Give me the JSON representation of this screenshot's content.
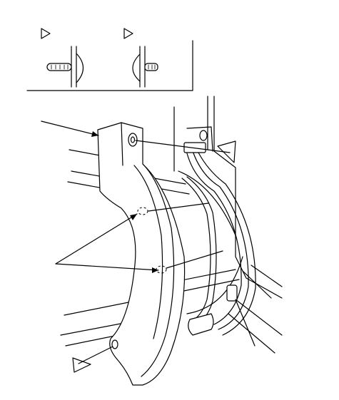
{
  "diagram": {
    "callout_markers": [
      "triangle-marker",
      "triangle-marker",
      "triangle-marker",
      "triangle-marker"
    ],
    "colors": {
      "line": "#000000",
      "background": "#ffffff"
    }
  }
}
